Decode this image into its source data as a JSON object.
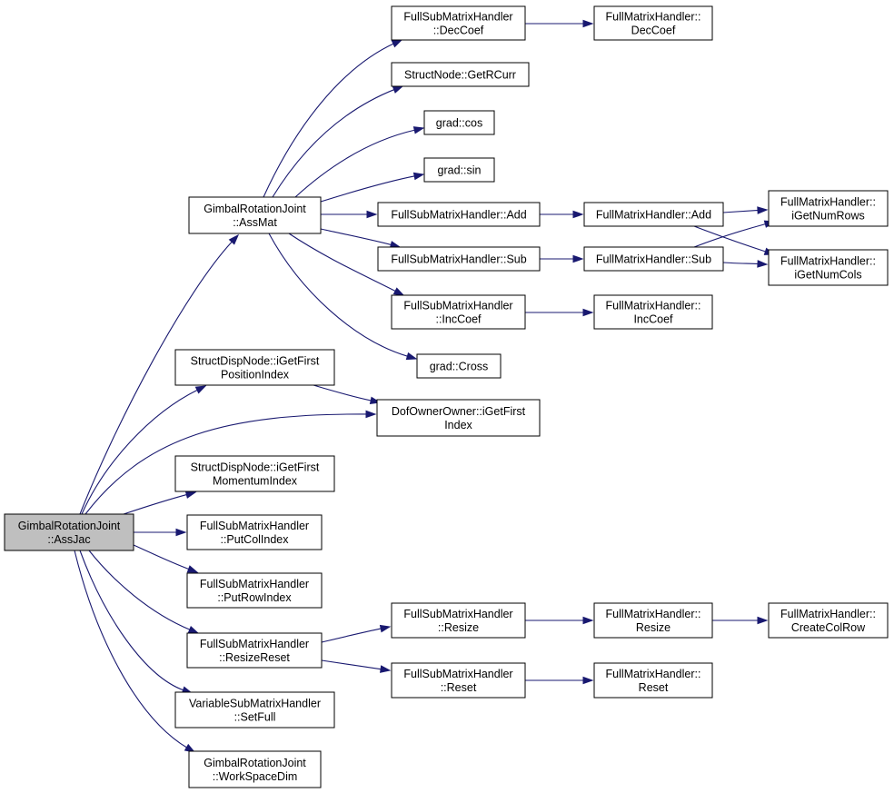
{
  "graph": {
    "nodes": [
      {
        "id": "assjac",
        "lines": [
          "GimbalRotationJoint",
          "::AssJac"
        ],
        "root": true
      },
      {
        "id": "assmat",
        "lines": [
          "GimbalRotationJoint",
          "::AssMat"
        ]
      },
      {
        "id": "fsm_deccoef",
        "lines": [
          "FullSubMatrixHandler",
          "::DecCoef"
        ]
      },
      {
        "id": "fm_deccoef",
        "lines": [
          "FullMatrixHandler::",
          "DecCoef"
        ]
      },
      {
        "id": "getrcurr",
        "lines": [
          "StructNode::GetRCurr"
        ]
      },
      {
        "id": "grad_cos",
        "lines": [
          "grad::cos"
        ]
      },
      {
        "id": "grad_sin",
        "lines": [
          "grad::sin"
        ]
      },
      {
        "id": "fsm_add",
        "lines": [
          "FullSubMatrixHandler::Add"
        ]
      },
      {
        "id": "fm_add",
        "lines": [
          "FullMatrixHandler::Add"
        ]
      },
      {
        "id": "fm_getnumrows",
        "lines": [
          "FullMatrixHandler::",
          "iGetNumRows"
        ]
      },
      {
        "id": "fsm_sub",
        "lines": [
          "FullSubMatrixHandler::Sub"
        ]
      },
      {
        "id": "fm_sub",
        "lines": [
          "FullMatrixHandler::Sub"
        ]
      },
      {
        "id": "fm_getnumcols",
        "lines": [
          "FullMatrixHandler::",
          "iGetNumCols"
        ]
      },
      {
        "id": "fsm_inccoef",
        "lines": [
          "FullSubMatrixHandler",
          "::IncCoef"
        ]
      },
      {
        "id": "fm_inccoef",
        "lines": [
          "FullMatrixHandler::",
          "IncCoef"
        ]
      },
      {
        "id": "grad_cross",
        "lines": [
          "grad::Cross"
        ]
      },
      {
        "id": "sdn_posindex",
        "lines": [
          "StructDispNode::iGetFirst",
          "PositionIndex"
        ]
      },
      {
        "id": "dof_firstindex",
        "lines": [
          "DofOwnerOwner::iGetFirst",
          "Index"
        ]
      },
      {
        "id": "sdn_momindex",
        "lines": [
          "StructDispNode::iGetFirst",
          "MomentumIndex"
        ]
      },
      {
        "id": "fsm_putcolindex",
        "lines": [
          "FullSubMatrixHandler",
          "::PutColIndex"
        ]
      },
      {
        "id": "fsm_putrowindex",
        "lines": [
          "FullSubMatrixHandler",
          "::PutRowIndex"
        ]
      },
      {
        "id": "fsm_resizereset",
        "lines": [
          "FullSubMatrixHandler",
          "::ResizeReset"
        ]
      },
      {
        "id": "fsm_resize",
        "lines": [
          "FullSubMatrixHandler",
          "::Resize"
        ]
      },
      {
        "id": "fm_resize",
        "lines": [
          "FullMatrixHandler::",
          "Resize"
        ]
      },
      {
        "id": "fm_createcolrow",
        "lines": [
          "FullMatrixHandler::",
          "CreateColRow"
        ]
      },
      {
        "id": "fsm_reset",
        "lines": [
          "FullSubMatrixHandler",
          "::Reset"
        ]
      },
      {
        "id": "fm_reset",
        "lines": [
          "FullMatrixHandler::",
          "Reset"
        ]
      },
      {
        "id": "vsm_setfull",
        "lines": [
          "VariableSubMatrixHandler",
          "::SetFull"
        ]
      },
      {
        "id": "grj_workspacedim",
        "lines": [
          "GimbalRotationJoint",
          "::WorkSpaceDim"
        ]
      }
    ],
    "edges": [
      {
        "from": "assjac",
        "to": "assmat"
      },
      {
        "from": "assjac",
        "to": "sdn_posindex"
      },
      {
        "from": "assjac",
        "to": "dof_firstindex"
      },
      {
        "from": "assjac",
        "to": "sdn_momindex"
      },
      {
        "from": "assjac",
        "to": "fsm_putcolindex"
      },
      {
        "from": "assjac",
        "to": "fsm_putrowindex"
      },
      {
        "from": "assjac",
        "to": "fsm_resizereset"
      },
      {
        "from": "assjac",
        "to": "vsm_setfull"
      },
      {
        "from": "assjac",
        "to": "grj_workspacedim"
      },
      {
        "from": "assmat",
        "to": "fsm_deccoef"
      },
      {
        "from": "assmat",
        "to": "getrcurr"
      },
      {
        "from": "assmat",
        "to": "grad_cos"
      },
      {
        "from": "assmat",
        "to": "grad_sin"
      },
      {
        "from": "assmat",
        "to": "fsm_add"
      },
      {
        "from": "assmat",
        "to": "fsm_sub"
      },
      {
        "from": "assmat",
        "to": "fsm_inccoef"
      },
      {
        "from": "assmat",
        "to": "grad_cross"
      },
      {
        "from": "fsm_deccoef",
        "to": "fm_deccoef"
      },
      {
        "from": "fsm_add",
        "to": "fm_add"
      },
      {
        "from": "fm_add",
        "to": "fm_getnumrows"
      },
      {
        "from": "fm_add",
        "to": "fm_getnumcols"
      },
      {
        "from": "fsm_sub",
        "to": "fm_sub"
      },
      {
        "from": "fm_sub",
        "to": "fm_getnumrows"
      },
      {
        "from": "fm_sub",
        "to": "fm_getnumcols"
      },
      {
        "from": "fsm_inccoef",
        "to": "fm_inccoef"
      },
      {
        "from": "sdn_posindex",
        "to": "dof_firstindex"
      },
      {
        "from": "fsm_resizereset",
        "to": "fsm_resize"
      },
      {
        "from": "fsm_resizereset",
        "to": "fsm_reset"
      },
      {
        "from": "fsm_resize",
        "to": "fm_resize"
      },
      {
        "from": "fm_resize",
        "to": "fm_createcolrow"
      },
      {
        "from": "fsm_reset",
        "to": "fm_reset"
      }
    ]
  }
}
